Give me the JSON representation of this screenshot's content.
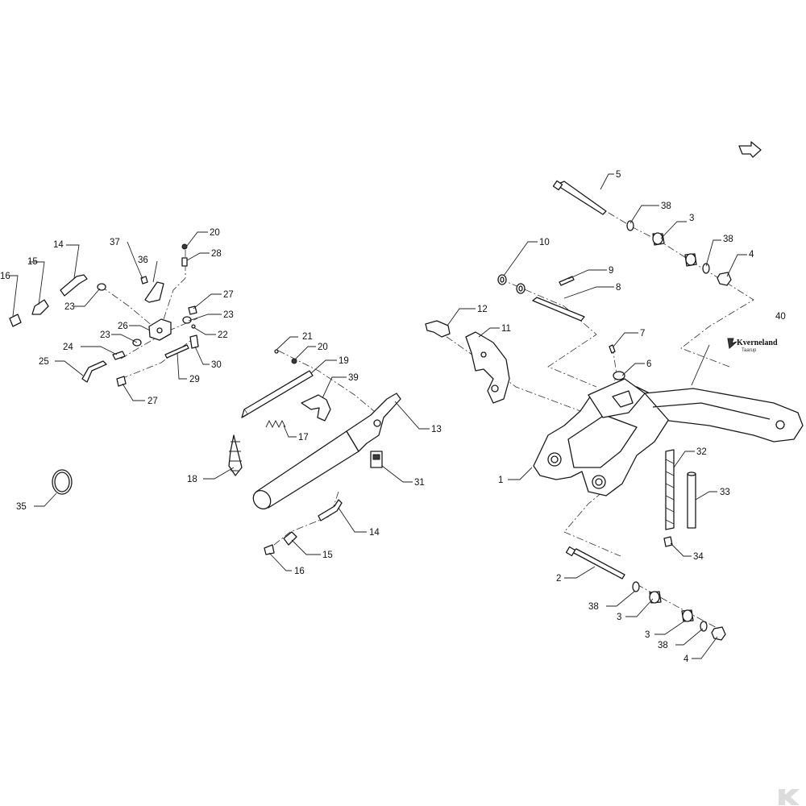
{
  "brand": {
    "logo_name": "Kverneland",
    "logo_sub": "Taarup"
  },
  "nav_icon": "next-arrow-icon",
  "watermark_icon": "kverneland-k-logo-icon",
  "callouts": [
    {
      "id": "c-5",
      "label": "5"
    },
    {
      "id": "c-38a",
      "label": "38"
    },
    {
      "id": "c-3a",
      "label": "3"
    },
    {
      "id": "c-38b",
      "label": "38"
    },
    {
      "id": "c-4a",
      "label": "4"
    },
    {
      "id": "c-10",
      "label": "10"
    },
    {
      "id": "c-9",
      "label": "9"
    },
    {
      "id": "c-8",
      "label": "8"
    },
    {
      "id": "c-12",
      "label": "12"
    },
    {
      "id": "c-11",
      "label": "11"
    },
    {
      "id": "c-7",
      "label": "7"
    },
    {
      "id": "c-6",
      "label": "6"
    },
    {
      "id": "c-40",
      "label": "40"
    },
    {
      "id": "c-1",
      "label": "1"
    },
    {
      "id": "c-32",
      "label": "32"
    },
    {
      "id": "c-33",
      "label": "33"
    },
    {
      "id": "c-34",
      "label": "34"
    },
    {
      "id": "c-2",
      "label": "2"
    },
    {
      "id": "c-38c",
      "label": "38"
    },
    {
      "id": "c-3b",
      "label": "3"
    },
    {
      "id": "c-3c",
      "label": "3"
    },
    {
      "id": "c-38d",
      "label": "38"
    },
    {
      "id": "c-4b",
      "label": "4"
    },
    {
      "id": "c-20a",
      "label": "20"
    },
    {
      "id": "c-28",
      "label": "28"
    },
    {
      "id": "c-37",
      "label": "37"
    },
    {
      "id": "c-36",
      "label": "36"
    },
    {
      "id": "c-14a",
      "label": "14"
    },
    {
      "id": "c-15a",
      "label": "15"
    },
    {
      "id": "c-16a",
      "label": "16"
    },
    {
      "id": "c-23a",
      "label": "23"
    },
    {
      "id": "c-27a",
      "label": "27"
    },
    {
      "id": "c-23b",
      "label": "23"
    },
    {
      "id": "c-22",
      "label": "22"
    },
    {
      "id": "c-26",
      "label": "26"
    },
    {
      "id": "c-23c",
      "label": "23"
    },
    {
      "id": "c-24",
      "label": "24"
    },
    {
      "id": "c-30",
      "label": "30"
    },
    {
      "id": "c-25",
      "label": "25"
    },
    {
      "id": "c-29",
      "label": "29"
    },
    {
      "id": "c-27b",
      "label": "27"
    },
    {
      "id": "c-21",
      "label": "21"
    },
    {
      "id": "c-20b",
      "label": "20"
    },
    {
      "id": "c-19",
      "label": "19"
    },
    {
      "id": "c-39",
      "label": "39"
    },
    {
      "id": "c-13",
      "label": "13"
    },
    {
      "id": "c-17",
      "label": "17"
    },
    {
      "id": "c-18",
      "label": "18"
    },
    {
      "id": "c-31",
      "label": "31"
    },
    {
      "id": "c-35",
      "label": "35"
    },
    {
      "id": "c-14b",
      "label": "14"
    },
    {
      "id": "c-15b",
      "label": "15"
    },
    {
      "id": "c-16b",
      "label": "16"
    }
  ]
}
